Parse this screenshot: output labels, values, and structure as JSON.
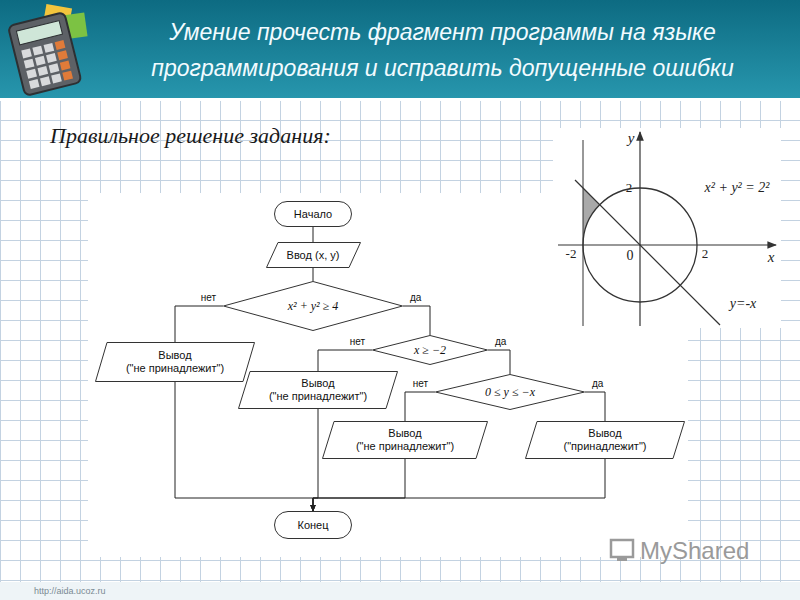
{
  "diagram": {
    "title": "Умение прочесть фрагмент программы на языке программирования и исправить допущенные ошибки",
    "nodes": [
      {
        "text": [
          "Начало"
        ]
      },
      {
        "text": [
          "Ввод (x, y)"
        ]
      },
      {
        "text": [
          "x² + y² ≥ 4"
        ]
      },
      {
        "text": [
          "Вывод",
          "(\"не принадлежит\")"
        ]
      },
      {
        "text": [
          "x ≥ −2"
        ]
      },
      {
        "text": [
          "Вывод",
          "(\"не принадлежит\")"
        ]
      },
      {
        "text": [
          "0 ≤ y ≤ −x"
        ]
      },
      {
        "text": [
          "Вывод",
          "(\"не принадлежит\")"
        ]
      },
      {
        "text": [
          "Вывод",
          "(\"принадлежит\")"
        ]
      },
      {
        "text": [
          "Конец"
        ]
      }
    ],
    "edges": [
      {
        "from": 0,
        "to": 1,
        "arrow": "none"
      },
      {
        "from": 1,
        "to": 2,
        "arrow": "none"
      },
      {
        "from": 2,
        "to": 3,
        "label": "нет",
        "arrow": "none"
      },
      {
        "from": 2,
        "to": 4,
        "label": "да",
        "arrow": "none"
      },
      {
        "from": 4,
        "to": 5,
        "label": "нет",
        "arrow": "none"
      },
      {
        "from": 4,
        "to": 6,
        "label": "да",
        "arrow": "none"
      },
      {
        "from": 6,
        "to": 7,
        "label": "нет",
        "arrow": "none"
      },
      {
        "from": 6,
        "to": 8,
        "label": "да",
        "arrow": "none"
      },
      {
        "from": 3,
        "to": 9,
        "arrow": "to"
      },
      {
        "from": 5,
        "to": 9,
        "arrow": "to"
      },
      {
        "from": 7,
        "to": 9,
        "arrow": "to"
      },
      {
        "from": 8,
        "to": 9,
        "arrow": "to"
      }
    ],
    "labels": [
      "Правильное решение задания:",
      "y",
      "2",
      "x² + y² = 2²",
      "-2",
      "0",
      "2",
      "x",
      "y=-x",
      "http://aida.ucoz.ru",
      "MyShared"
    ]
  }
}
